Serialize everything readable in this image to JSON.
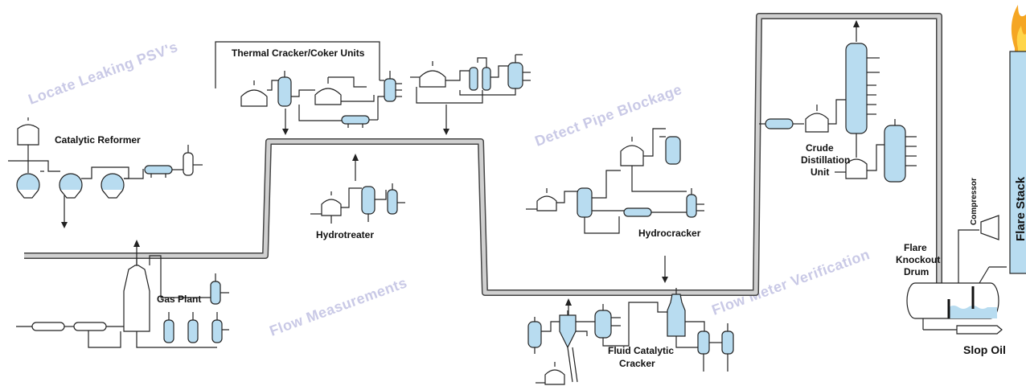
{
  "labels": {
    "thermal_cracker": "Thermal Cracker/Coker Units",
    "catalytic_reformer": "Catalytic Reformer",
    "hydrotreater": "Hydrotreater",
    "hydrocracker": "Hydrocracker",
    "gas_plant": "Gas Plant",
    "crude_1": "Crude",
    "crude_2": "Distillation",
    "crude_3": "Unit",
    "fcc_1": "Fluid Catalytic",
    "fcc_2": "Cracker",
    "flare_ko_1": "Flare",
    "flare_ko_2": "Knockout",
    "flare_ko_3": "Drum",
    "compressor": "Compressor",
    "flare_stack": "Flare Stack",
    "slop_oil": "Slop Oil"
  },
  "watermarks": {
    "psv": "Locate Leaking PSV's",
    "blockage": "Detect Pipe Blockage",
    "flow": "Flow Measurements",
    "meter": "Flow Meter Verification"
  },
  "colors": {
    "vessel_fill": "#b8dcf0",
    "watermark": "#c9c9e6",
    "flame": "#f5a623"
  }
}
